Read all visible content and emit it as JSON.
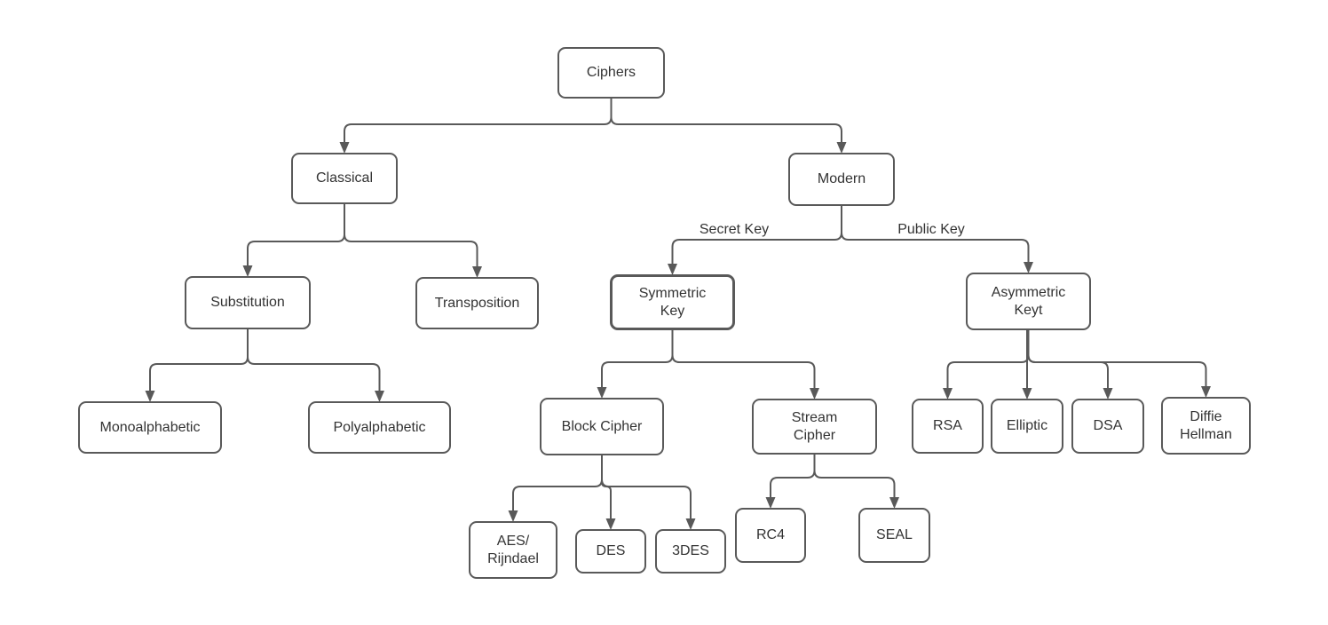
{
  "diagram": {
    "type": "tree",
    "root": "ciphers"
  },
  "colors": {
    "stroke": "#595959",
    "text": "#333333",
    "background": "#ffffff"
  },
  "nodes": {
    "ciphers": {
      "label": "Ciphers"
    },
    "classical": {
      "label": "Classical"
    },
    "modern": {
      "label": "Modern"
    },
    "substitution": {
      "label": "Substitution"
    },
    "transposition": {
      "label": "Transposition"
    },
    "monoalphabetic": {
      "label": "Monoalphabetic"
    },
    "polyalphabetic": {
      "label": "Polyalphabetic"
    },
    "symmetric_key": {
      "label": "Symmetric\nKey"
    },
    "asymmetric_keyt": {
      "label": "Asymmetric\nKeyt"
    },
    "block_cipher": {
      "label": "Block Cipher"
    },
    "stream_cipher": {
      "label": "Stream\nCipher"
    },
    "aes_rijndael": {
      "label": "AES/\nRijndael"
    },
    "des": {
      "label": "DES"
    },
    "3des": {
      "label": "3DES"
    },
    "rc4": {
      "label": "RC4"
    },
    "seal": {
      "label": "SEAL"
    },
    "rsa": {
      "label": "RSA"
    },
    "elliptic": {
      "label": "Elliptic"
    },
    "dsa": {
      "label": "DSA"
    },
    "diffie_hellman": {
      "label": "Diffie\nHellman"
    }
  },
  "edges": [
    {
      "from": "ciphers",
      "to": "classical"
    },
    {
      "from": "ciphers",
      "to": "modern"
    },
    {
      "from": "classical",
      "to": "substitution"
    },
    {
      "from": "classical",
      "to": "transposition"
    },
    {
      "from": "substitution",
      "to": "monoalphabetic"
    },
    {
      "from": "substitution",
      "to": "polyalphabetic"
    },
    {
      "from": "modern",
      "to": "symmetric_key",
      "label": "Secret Key"
    },
    {
      "from": "modern",
      "to": "asymmetric_keyt",
      "label": "Public Key"
    },
    {
      "from": "symmetric_key",
      "to": "block_cipher"
    },
    {
      "from": "symmetric_key",
      "to": "stream_cipher"
    },
    {
      "from": "block_cipher",
      "to": "aes_rijndael"
    },
    {
      "from": "block_cipher",
      "to": "des"
    },
    {
      "from": "block_cipher",
      "to": "3des"
    },
    {
      "from": "stream_cipher",
      "to": "rc4"
    },
    {
      "from": "stream_cipher",
      "to": "seal"
    },
    {
      "from": "asymmetric_keyt",
      "to": "rsa"
    },
    {
      "from": "asymmetric_keyt",
      "to": "elliptic"
    },
    {
      "from": "asymmetric_keyt",
      "to": "dsa"
    },
    {
      "from": "asymmetric_keyt",
      "to": "diffie_hellman"
    }
  ]
}
